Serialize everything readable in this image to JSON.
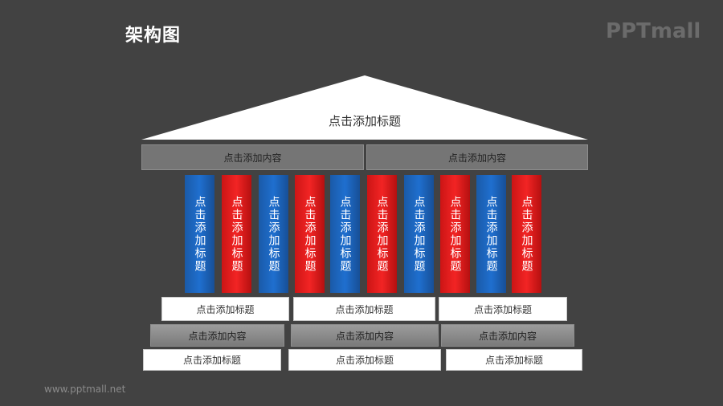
{
  "title": "架构图",
  "logo": "PPTmall",
  "footer_url": "www.pptmall.net",
  "roof": {
    "label": "点击添加标题"
  },
  "beams": [
    {
      "label": "点击添加内容"
    },
    {
      "label": "点击添加内容"
    }
  ],
  "pillars": [
    {
      "label": "点击添加标题",
      "color": "blue"
    },
    {
      "label": "点击添加标题",
      "color": "red"
    },
    {
      "label": "点击添加标题",
      "color": "blue"
    },
    {
      "label": "点击添加标题",
      "color": "red"
    },
    {
      "label": "点击添加标题",
      "color": "blue"
    },
    {
      "label": "点击添加标题",
      "color": "red"
    },
    {
      "label": "点击添加标题",
      "color": "blue"
    },
    {
      "label": "点击添加标题",
      "color": "red"
    },
    {
      "label": "点击添加标题",
      "color": "blue"
    },
    {
      "label": "点击添加标题",
      "color": "red"
    }
  ],
  "base_row1": [
    {
      "label": "点击添加标题"
    },
    {
      "label": "点击添加标题"
    },
    {
      "label": "点击添加标题"
    }
  ],
  "base_row2": [
    {
      "label": "点击添加内容"
    },
    {
      "label": "点击添加内容"
    },
    {
      "label": "点击添加内容"
    }
  ],
  "base_row3": [
    {
      "label": "点击添加标题"
    },
    {
      "label": "点击添加标题"
    },
    {
      "label": "点击添加标题"
    }
  ],
  "colors": {
    "background": "#424242",
    "pillar_blue": "#1f6fcf",
    "pillar_red": "#f22424",
    "beam": "#757575"
  }
}
